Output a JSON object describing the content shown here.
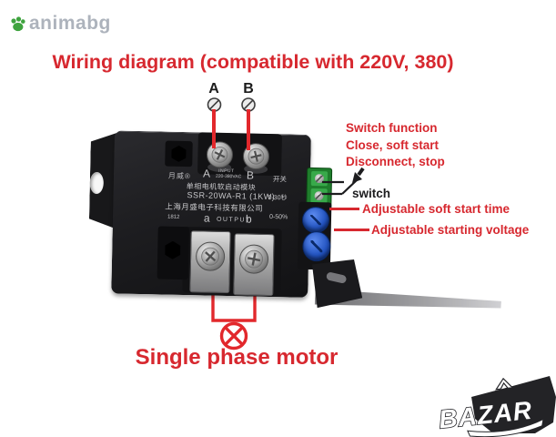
{
  "watermarks": {
    "seller_logo": "animabg",
    "marketplace_logo": "BAZAR"
  },
  "header": {
    "title": "Wiring diagram (compatible with 220V, 380)"
  },
  "input_terminals": {
    "a": "A",
    "b": "B"
  },
  "switch_annotation": {
    "line1": "Switch function",
    "line2": "Close, soft start",
    "line3": "Disconnect, stop",
    "switch_label": "switch"
  },
  "pot_annotations": {
    "soft_start_time": "Adjustable soft start time",
    "starting_voltage": "Adjustable starting voltage"
  },
  "motor": {
    "label": "Single phase motor"
  },
  "module": {
    "brand": "月威®",
    "terminal_a": "A",
    "input_label": "INPUT",
    "input_rating": "220-380VAC",
    "terminal_b": "B",
    "switch_cn": "开关",
    "product_name": "单相电机软启动模块",
    "model": "SSR-20WA-R1 (1KW)",
    "soft_start_range": "0-30秒",
    "company": "上海月盛电子科技有限公司",
    "voltage_range": "0-50%",
    "date_code": "1812",
    "output_a": "a",
    "output_label": "OUTPUT",
    "output_b": "b"
  },
  "colors": {
    "accent_red": "#d7282f",
    "wire_red": "#e2282c",
    "terminal_green": "#2f9e3e",
    "pot_blue": "#2150b8",
    "seller_green": "#3fa33f"
  }
}
